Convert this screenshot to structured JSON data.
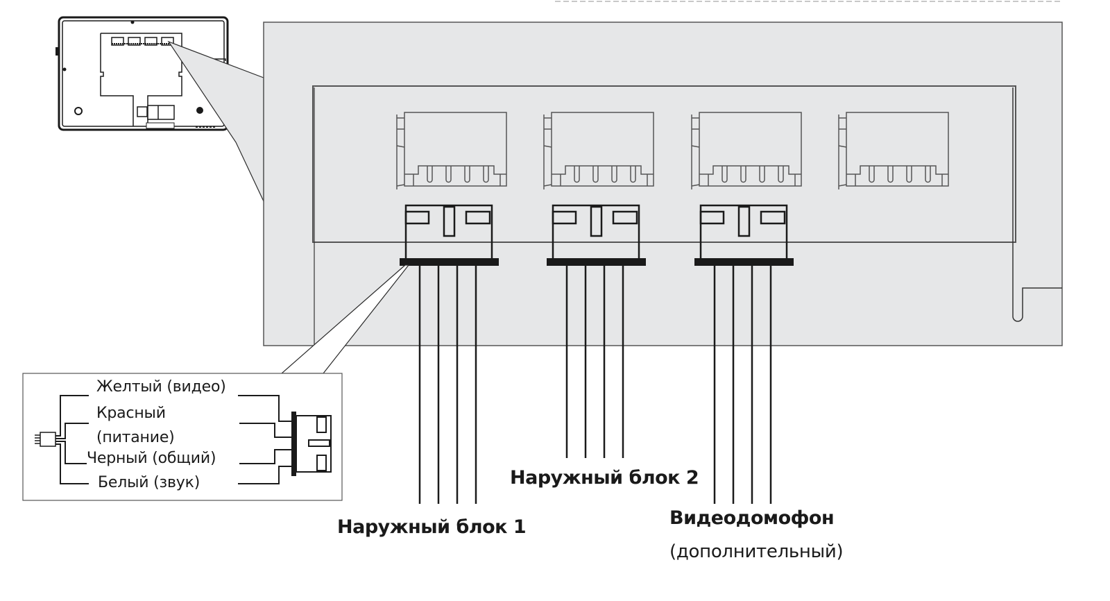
{
  "diagram": {
    "title": "Схема подключения разъемов монитора",
    "colors": {
      "panel_fill": "#e6e7e8",
      "line": "#2a2a2a",
      "plug_bar": "#1a1a1a",
      "background": "#ffffff"
    },
    "connectors": [
      {
        "id": "port-1",
        "label": "Наружный блок 1",
        "subtitle": "",
        "plugged": true
      },
      {
        "id": "port-2",
        "label": "Наружный блок 2",
        "subtitle": "",
        "plugged": true
      },
      {
        "id": "port-3",
        "label": "Видеодомофон",
        "subtitle": "(дополнительный)",
        "plugged": true
      },
      {
        "id": "port-4",
        "label": "",
        "subtitle": "",
        "plugged": false
      }
    ],
    "wire_legend": {
      "wires": [
        {
          "color_name": "Желтый",
          "function": "(видео)",
          "text": "Желтый (видео)"
        },
        {
          "color_name": "Красный",
          "function": "(питание)",
          "text_line1": "Красный",
          "text_line2": "(питание)"
        },
        {
          "color_name": "Черный",
          "function": "(общий)",
          "text": "Черный (общий)"
        },
        {
          "color_name": "Белый",
          "function": "(звук)",
          "text": "Белый (звук)"
        }
      ]
    },
    "labels": {
      "outdoor_1": "Наружный блок 1",
      "outdoor_2": "Наружный блок 2",
      "intercom": "Видеодомофон",
      "intercom_sub": "(дополнительный)"
    }
  }
}
